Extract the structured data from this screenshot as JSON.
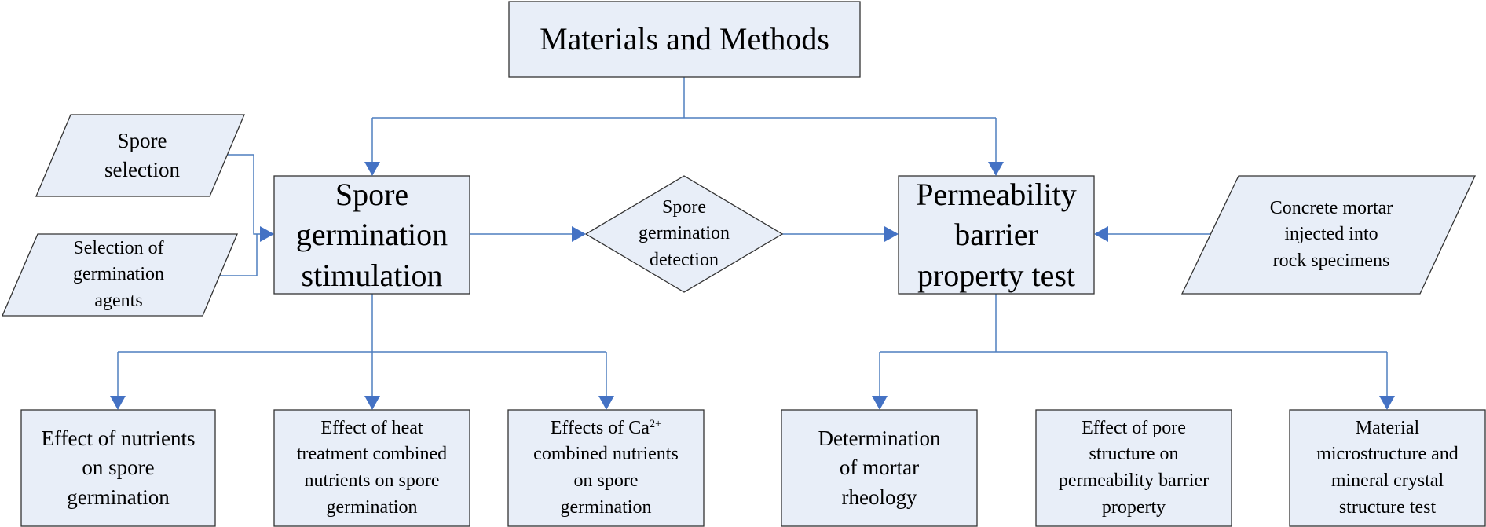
{
  "colors": {
    "box_fill": "#e8eef8",
    "box_stroke": "#333333",
    "connector": "#4f7fbf",
    "arrow_head": "#4472c4"
  },
  "nodes": {
    "materials_methods": "Materials and Methods",
    "spore_selection": "Spore\nselection",
    "germination_agents": "Selection of\ngermination\nagents",
    "spore_germination_stimulation": "Spore\ngermination\nstimulation",
    "spore_germination_detection": "Spore\ngermination\ndetection",
    "permeability_barrier_test": "Permeability\nbarrier\nproperty test",
    "concrete_mortar": "Concrete mortar\ninjected into\nrock specimens",
    "effect_nutrients": "Effect of nutrients\non spore\ngermination",
    "effect_heat": "Effect of heat\ntreatment combined\nnutrients on spore\ngermination",
    "effects_ca": {
      "prefix": "Effects of Ca",
      "superscript": "2+",
      "suffix": "\ncombined nutrients\non spore\ngermination"
    },
    "mortar_rheology": "Determination\nof mortar\nrheology",
    "pore_structure": "Effect of pore\nstructure on\npermeability barrier\nproperty",
    "microstructure": "Material\nmicrostructure and\nmineral crystal\nstructure test"
  }
}
